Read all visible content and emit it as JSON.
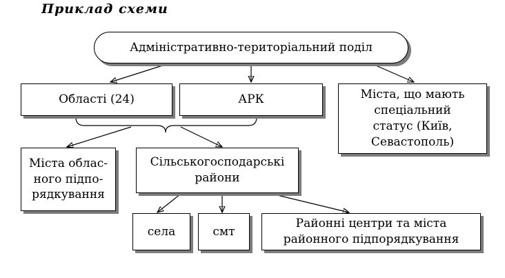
{
  "title": "Приклад схеми",
  "nodes": {
    "root": "Адміністративно-територіальний поділ",
    "oblasti": "Області (24)",
    "ark": "АРК",
    "special_cities": "Міста, що мають\nспеціальний\nстатус (Київ,\nСевастополь)",
    "oblast_cities": "Міста облас-\nного підпо-\nрядкування",
    "rural_districts": "Сільськогосподарські\nрайони",
    "sela": "села",
    "smt": "смт",
    "district_centers": "Районні центри та міста\nрайонного підпорядкування"
  }
}
